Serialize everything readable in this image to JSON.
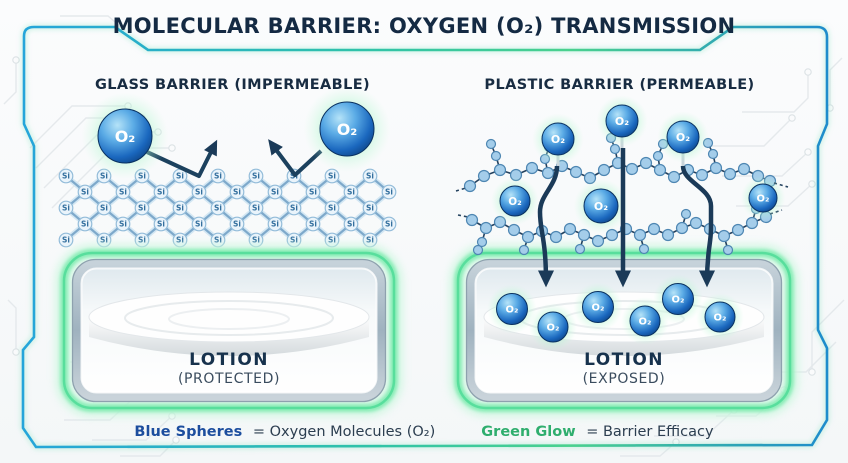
{
  "title": "MOLECULAR BARRIER: OXYGEN (O₂) TRANSMISSION",
  "panels": {
    "left": {
      "heading": "GLASS BARRIER (IMPERMEABLE)",
      "atom_label": "Si",
      "molecule_label": "O₂",
      "container_label": "LOTION",
      "container_state": "(PROTECTED)"
    },
    "right": {
      "heading": "PLASTIC BARRIER (PERMEABLE)",
      "molecule_label": "O₂",
      "container_label": "LOTION",
      "container_state": "(EXPOSED)"
    }
  },
  "legend": {
    "blue_term": "Blue Spheres",
    "blue_desc": "= Oxygen Molecules (O₂)",
    "green_term": "Green Glow",
    "green_desc": "= Barrier Efficacy"
  },
  "colors": {
    "title_navy": "#142a43",
    "sphere_blue": "#1565c0",
    "glow_green": "#7deca9",
    "frame_blue": "#25a5da",
    "frame_green": "#49d18e",
    "arrow_navy": "#1b3a58",
    "legend_blue": "#1d4e9e",
    "legend_green": "#2fae6e"
  }
}
